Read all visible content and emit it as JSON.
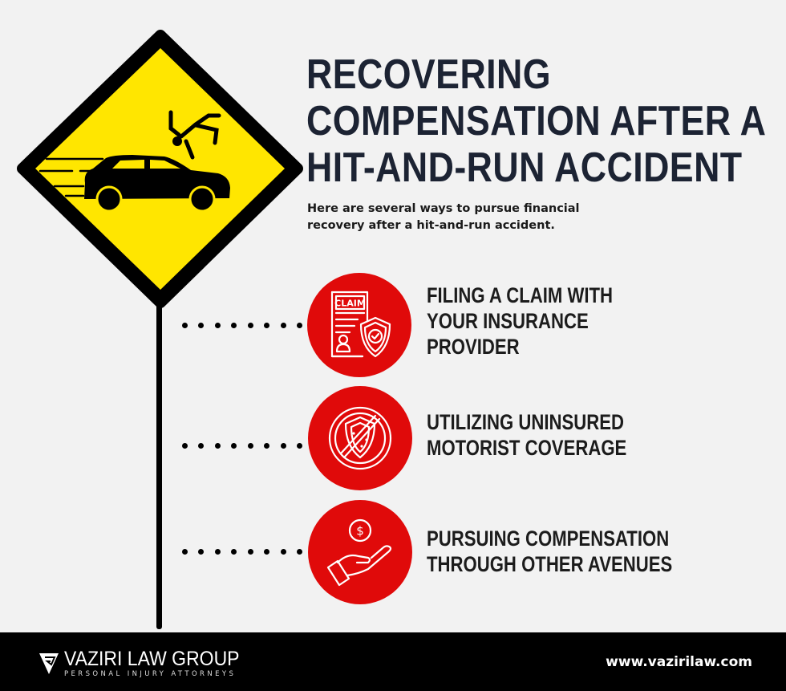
{
  "header": {
    "title_lines": [
      "RECOVERING",
      "COMPENSATION AFTER A",
      "HIT-AND-RUN ACCIDENT"
    ],
    "subtitle_lines": [
      "Here are several ways to pursue financial",
      "recovery after a hit-and-run accident."
    ]
  },
  "sign": {
    "icon": "hit-and-run-warning-sign-icon",
    "fill_color": "#ffe600",
    "border_color": "#000000"
  },
  "items": [
    {
      "icon": "insurance-claim-document-icon",
      "lines": [
        "FILING A CLAIM WITH",
        "YOUR INSURANCE",
        "PROVIDER"
      ],
      "icon_label": "CLAIM"
    },
    {
      "icon": "no-insurance-shield-icon",
      "lines": [
        "UTILIZING UNINSURED",
        "MOTORIST COVERAGE"
      ]
    },
    {
      "icon": "hand-with-dollar-coin-icon",
      "lines": [
        "PURSUING COMPENSATION",
        "THROUGH OTHER AVENUES"
      ],
      "icon_label": "$"
    }
  ],
  "footer": {
    "brand_name": "VAZIRI LAW GROUP",
    "brand_tagline": "PERSONAL INJURY ATTORNEYS",
    "url": "www.vazirilaw.com"
  },
  "colors": {
    "background": "#f2f2f2",
    "title": "#1c2333",
    "accent_red": "#e00a0a",
    "sign_yellow": "#ffe600",
    "footer": "#000000"
  }
}
